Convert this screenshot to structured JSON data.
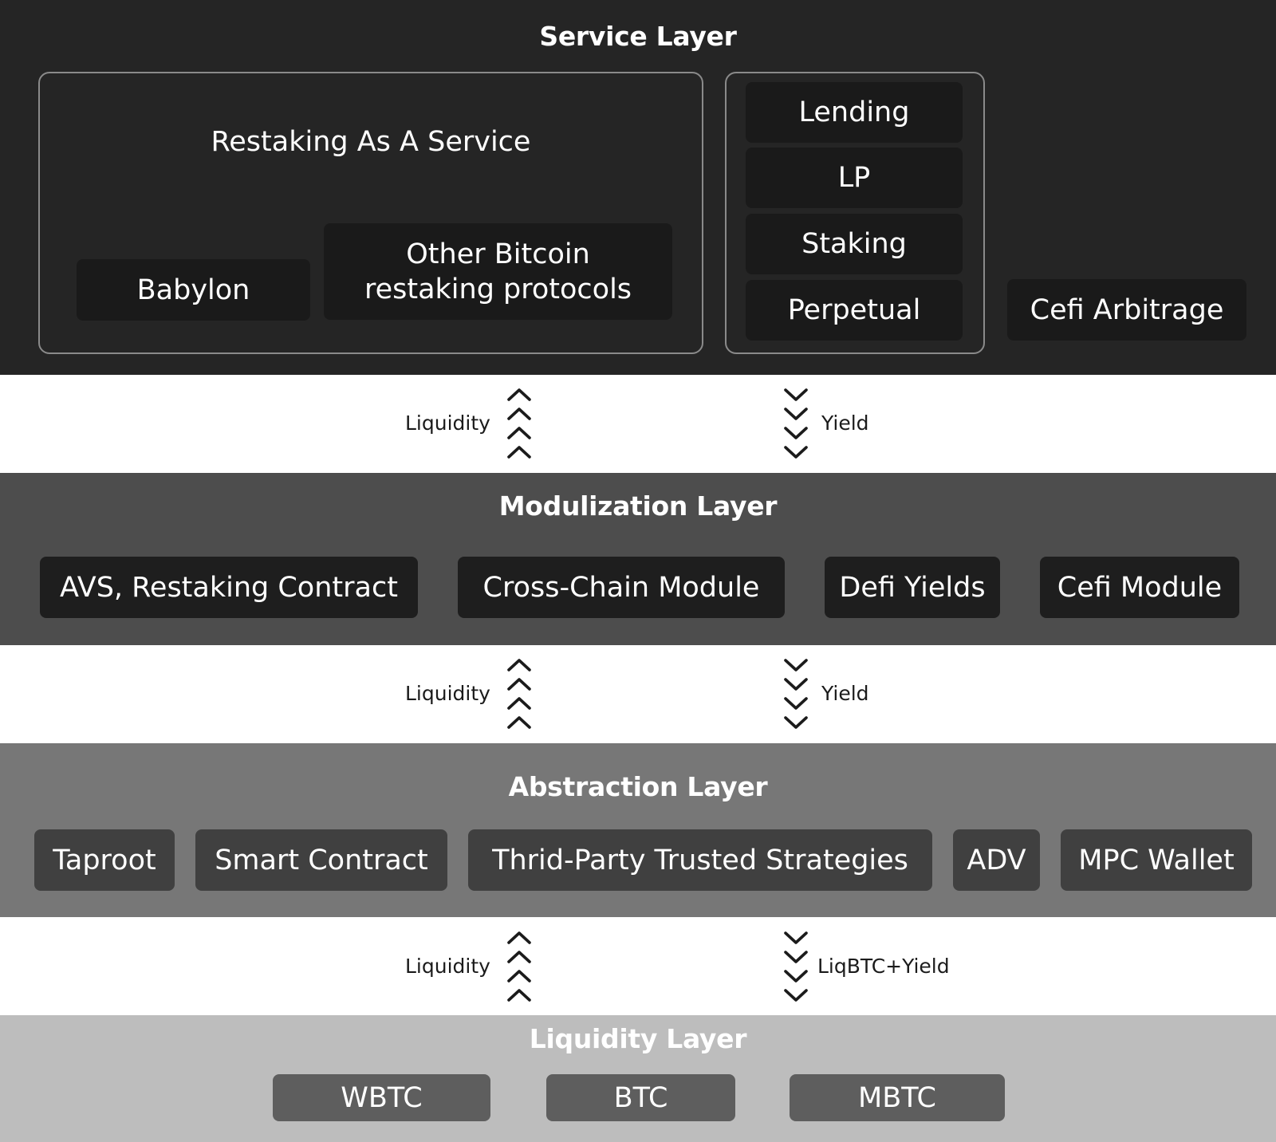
{
  "service_layer": {
    "title": "Service Layer",
    "restaking_title": "Restaking As A Service",
    "babylon": "Babylon",
    "other_line1": "Other Bitcoin",
    "other_line2": "restaking protocols",
    "defi_items": [
      "Lending",
      "LP",
      "Staking",
      "Perpetual"
    ],
    "cefi_arbitrage": "Cefi Arbitrage"
  },
  "flows": [
    {
      "up_label": "Liquidity",
      "down_label": "Yield"
    },
    {
      "up_label": "Liquidity",
      "down_label": "Yield"
    },
    {
      "up_label": "Liquidity",
      "down_label": "LiqBTC+Yield"
    }
  ],
  "modulization_layer": {
    "title": "Modulization Layer",
    "items": [
      "AVS, Restaking Contract",
      "Cross-Chain Module",
      "Defi Yields",
      "Cefi Module"
    ]
  },
  "abstraction_layer": {
    "title": "Abstraction Layer",
    "items": [
      "Taproot",
      "Smart Contract",
      "Thrid-Party Trusted Strategies",
      "ADV",
      "MPC Wallet"
    ]
  },
  "liquidity_layer": {
    "title": "Liquidity Layer",
    "items": [
      "WBTC",
      "BTC",
      "MBTC"
    ]
  },
  "colors": {
    "service_bg": "#252525",
    "modulization_bg": "#4d4d4d",
    "abstraction_bg": "#777777",
    "liquidity_bg": "#bdbdbd"
  }
}
